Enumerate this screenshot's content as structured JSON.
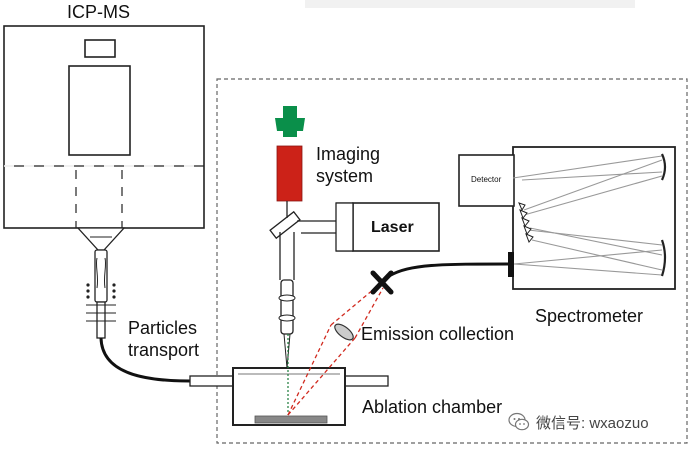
{
  "labels": {
    "icpms": "ICP-MS",
    "imaging": "Imaging\nsystem",
    "laser": "Laser",
    "detector": "Detector",
    "spectrometer": "Spectrometer",
    "particles": "Particles\ntransport",
    "emission": "Emission collection",
    "ablation": "Ablation chamber"
  },
  "watermark": {
    "text": "微信号: wxaozuo",
    "icon": "wechat-logo"
  },
  "colors": {
    "imaging_red": "#cc2218",
    "imaging_green": "#0a8f4a",
    "emission_dash": "#d12a1f",
    "laser_beam": "#1a7a3a",
    "outline": "#222222",
    "dashed_frame": "#666666"
  }
}
